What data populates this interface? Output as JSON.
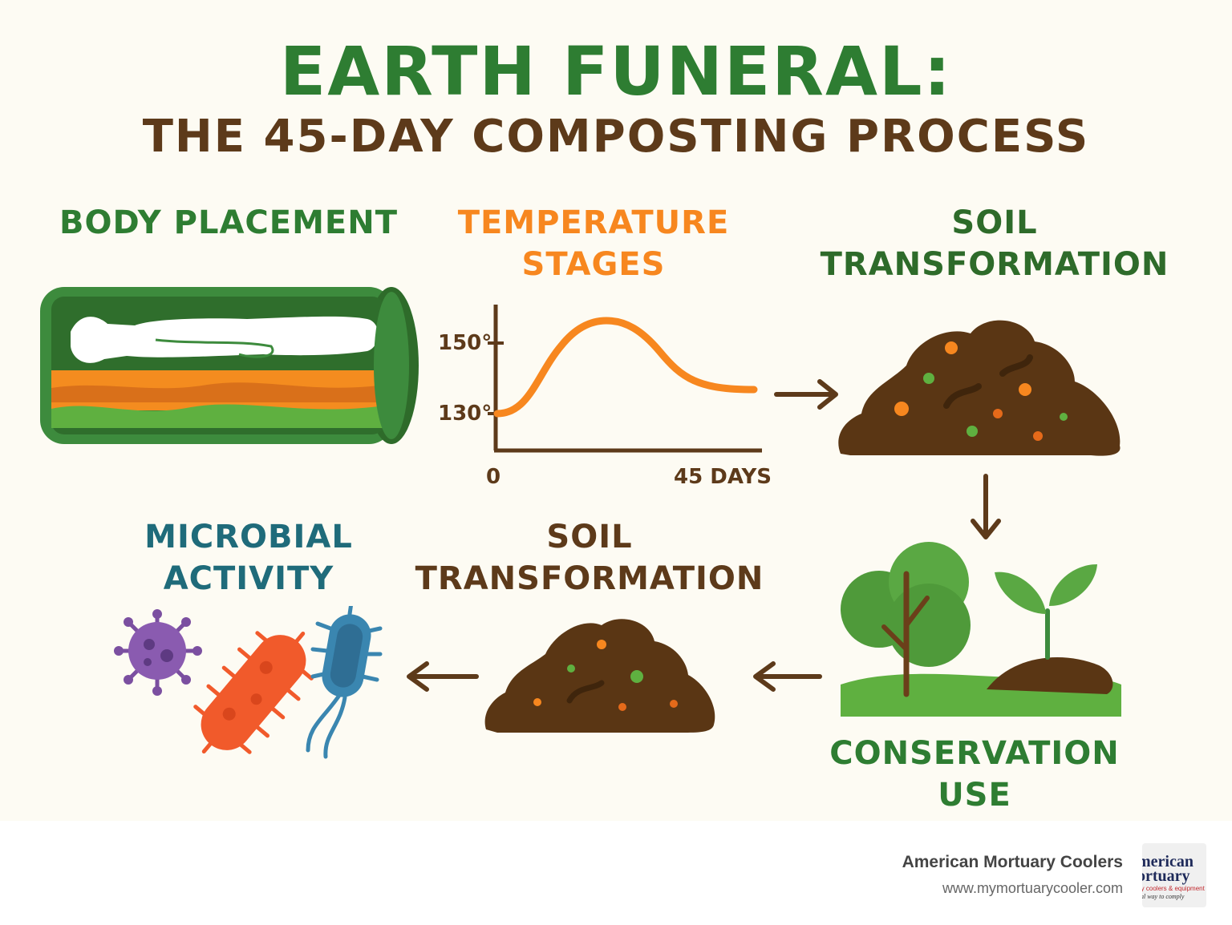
{
  "title": "EARTH FUNERAL:",
  "subtitle": "THE 45-DAY COMPOSTING PROCESS",
  "labels": {
    "body_placement": "BODY PLACEMENT",
    "temperature_line1": "TEMPERATURE",
    "temperature_line2": "STAGES",
    "soil_transformation_top_line1": "SOIL",
    "soil_transformation_top_line2": "TRANSFORMATION",
    "microbial_line1": "MICROBIAL",
    "microbial_line2": "ACTIVITY",
    "soil_transformation_bottom_line1": "SOIL",
    "soil_transformation_bottom_line2": "TRANSFORMATION",
    "conservation_line1": "CONSERVATION",
    "conservation_line2": "USE"
  },
  "temperature_chart": {
    "y_tick_high": "150°",
    "y_tick_low": "130°",
    "x_start": "0",
    "x_end": "45 DAYS"
  },
  "footer": {
    "brand": "American Mortuary Coolers",
    "url": "www.mymortuarycooler.com",
    "logo_line1": "merican",
    "logo_line2": "ortuary",
    "logo_line3": "ry coolers & equipment",
    "logo_line4": "al way to comply"
  },
  "colors": {
    "green": "#2e7d32",
    "brown": "#5d3a1a",
    "orange": "#f7871f",
    "teal": "#1f6b7a"
  }
}
